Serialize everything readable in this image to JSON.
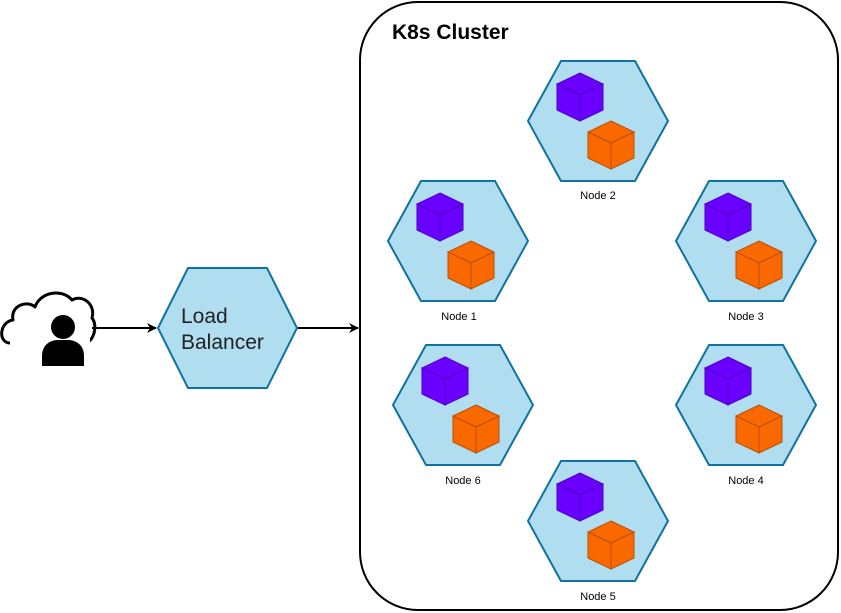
{
  "cluster": {
    "title": "K8s Cluster"
  },
  "load_balancer": {
    "line1": "Load",
    "line2": "Balancer"
  },
  "client": {
    "icon": "cloud-user-icon"
  },
  "nodes": [
    {
      "label": "Node 1"
    },
    {
      "label": "Node 2"
    },
    {
      "label": "Node 3"
    },
    {
      "label": "Node 4"
    },
    {
      "label": "Node 5"
    },
    {
      "label": "Node 6"
    }
  ],
  "colors": {
    "node_fill": "#b1ddf0",
    "node_stroke": "#10739e",
    "pod_purple": "#6a00ff",
    "pod_orange": "#fa6800"
  }
}
